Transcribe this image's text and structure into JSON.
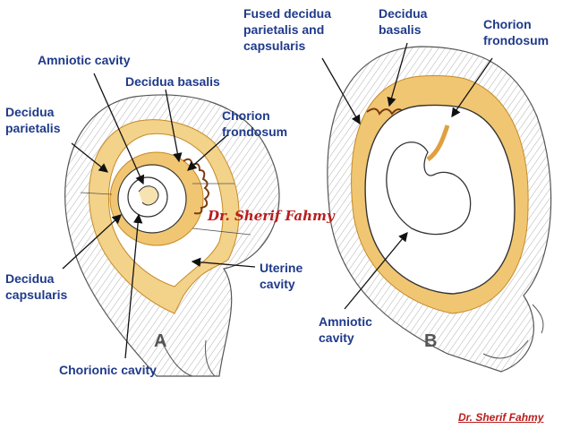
{
  "labels": {
    "amniotic_cavity_a": "Amniotic cavity",
    "decidua_basalis_a": "Decidua basalis",
    "decidua_parietalis_l1": "Decidua",
    "decidua_parietalis_l2": "parietalis",
    "chorion_frondosum_a_l1": "Chorion",
    "chorion_frondosum_a_l2": "frondosum",
    "decidua_capsularis_l1": "Decidua",
    "decidua_capsularis_l2": "capsularis",
    "uterine_cavity_l1": "Uterine",
    "uterine_cavity_l2": "cavity",
    "chorionic_cavity": "Chorionic cavity",
    "fused_decidua_l1": "Fused decidua",
    "fused_decidua_l2": "parietalis and",
    "fused_decidua_l3": "capsularis",
    "decidua_basalis_b_l1": "Decidua",
    "decidua_basalis_b_l2": "basalis",
    "chorion_frondosum_b_l1": "Chorion",
    "chorion_frondosum_b_l2": "frondosum",
    "amniotic_cavity_b_l1": "Amniotic",
    "amniotic_cavity_b_l2": "cavity"
  },
  "panel_a": "A",
  "panel_b": "B",
  "watermark": "Dr. Sherif Fahmy",
  "credit": "Dr. Sherif Fahmy",
  "colors": {
    "label": "#1f3a8a",
    "decidua": "#e8b04a",
    "watermark": "#b91c1c",
    "outline": "#333333"
  }
}
